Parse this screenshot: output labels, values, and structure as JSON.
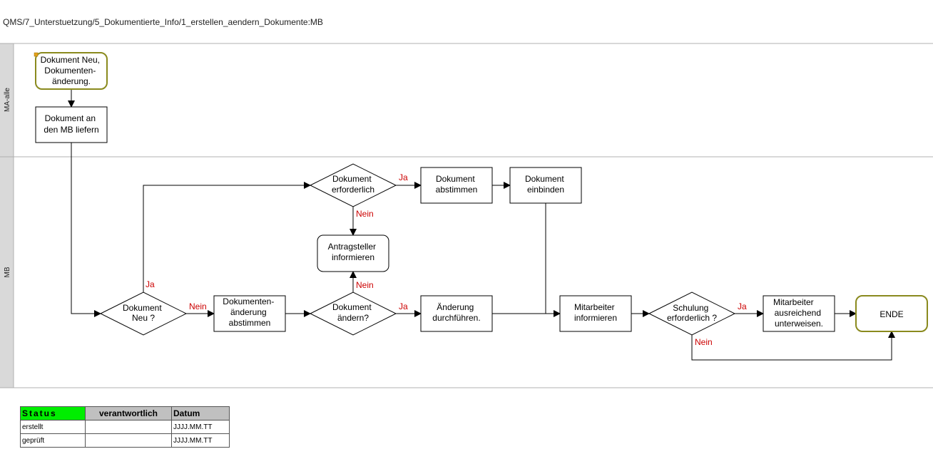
{
  "breadcrumb": "QMS/7_Unterstuetzung/5_Dokumentierte_Info/1_erstellen_aendern_Dokumente:MB",
  "lanes": {
    "top": "MA-alle",
    "bottom": "MB"
  },
  "nodes": {
    "start": [
      "Dokument Neu,",
      "Dokumenten-",
      "änderung."
    ],
    "deliver": [
      "Dokument an",
      "den MB liefern"
    ],
    "d_neu": [
      "Dokument",
      "Neu ?"
    ],
    "d_required": [
      "Dokument",
      "erforderlich"
    ],
    "coordinate_doc": [
      "Dokument",
      "abstimmen"
    ],
    "integrate_doc": [
      "Dokument",
      "einbinden"
    ],
    "inform_applicant": [
      "Antragsteller",
      "informieren"
    ],
    "coordinate_change": [
      "Dokumenten-",
      "änderung",
      "abstimmen"
    ],
    "d_change": [
      "Dokument",
      "ändern?"
    ],
    "perform_change": [
      "Änderung",
      "durchführen."
    ],
    "inform_staff": [
      "Mitarbeiter",
      "informieren"
    ],
    "d_training": [
      "Schulung",
      "erforderlich ?"
    ],
    "instruct_staff": [
      "Mitarbeiter",
      "ausreichend",
      "unterweisen."
    ],
    "end": "ENDE"
  },
  "edge_labels": {
    "yes": "Ja",
    "no": "Nein"
  },
  "status_table": {
    "headers": [
      "Status",
      "verantwortlich",
      "Datum"
    ],
    "rows": [
      [
        "erstellt",
        "",
        "JJJJ.MM.TT"
      ],
      [
        "geprüft",
        "",
        "JJJJ.MM.TT"
      ]
    ]
  },
  "colors": {
    "start_end_border": "#8a8a1e",
    "status_header": "#00ee00",
    "edge_label": "#cc0000"
  }
}
